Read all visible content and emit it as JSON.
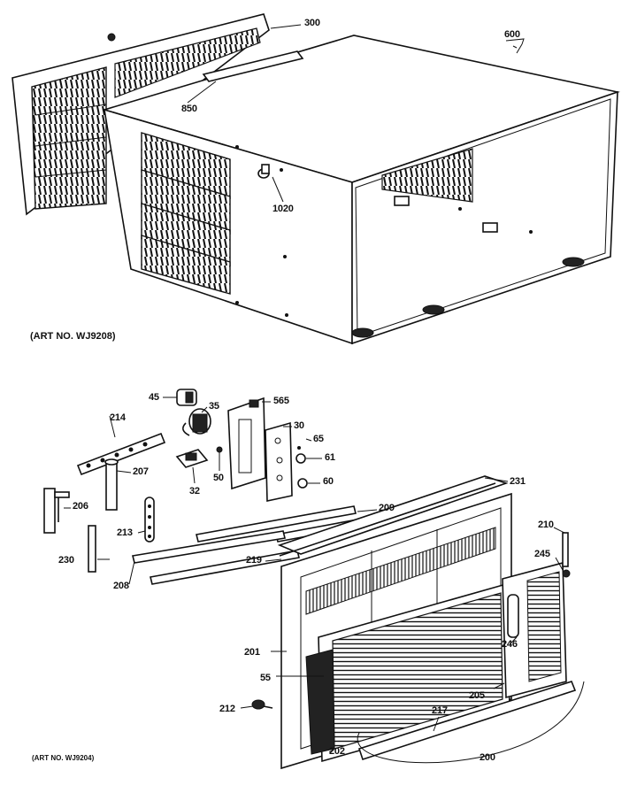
{
  "labels": {
    "l300": "300",
    "l600": "600",
    "l850": "850",
    "l1020": "1020",
    "l45": "45",
    "l35": "35",
    "l565": "565",
    "l214": "214",
    "l30": "30",
    "l65": "65",
    "l61": "61",
    "l207": "207",
    "l32": "32",
    "l50": "50",
    "l60": "60",
    "l231": "231",
    "l206": "206",
    "l209": "209",
    "l213": "213",
    "l210": "210",
    "l230": "230",
    "l219": "219",
    "l245": "245",
    "l208": "208",
    "l246": "246",
    "l201": "201",
    "l55": "55",
    "l205": "205",
    "l212": "212",
    "l217": "217",
    "l202": "202",
    "l200": "200"
  },
  "art_top": "(ART NO. WJ9208)",
  "art_bottom": "(ART NO. WJ9204)"
}
